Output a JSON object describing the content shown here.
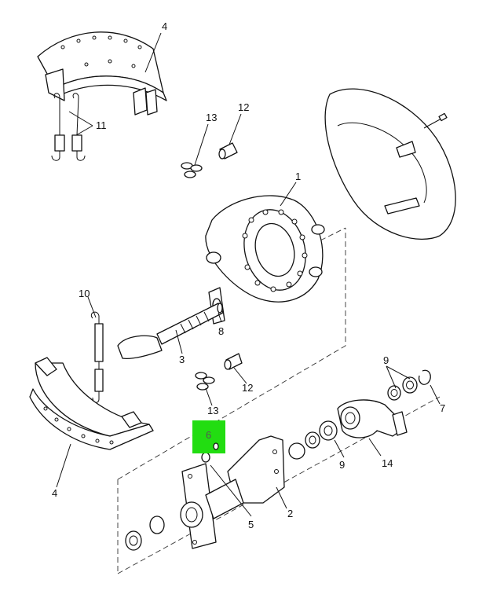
{
  "callouts": {
    "c1": "1",
    "c2": "2",
    "c3": "3",
    "c4_top": "4",
    "c4_bottom": "4",
    "c5": "5",
    "c6": "6",
    "c7": "7",
    "c8": "8",
    "c9_top": "9",
    "c9_bottom": "9",
    "c10": "10",
    "c11": "11",
    "c12_top": "12",
    "c12_bottom": "12",
    "c13_top": "13",
    "c13_bottom": "13",
    "c14": "14"
  },
  "colors": {
    "highlight": "#22dd11",
    "line": "#111111",
    "background": "#ffffff"
  }
}
